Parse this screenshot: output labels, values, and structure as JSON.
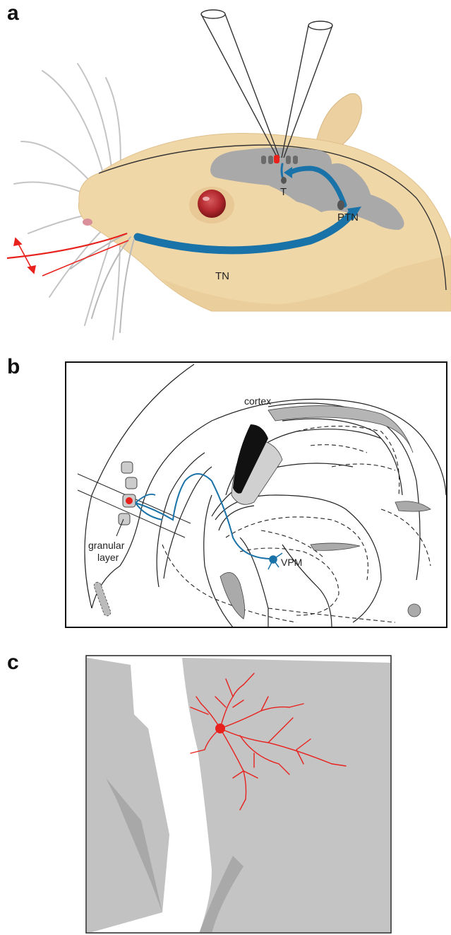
{
  "panels": {
    "a": {
      "letter": "a",
      "labels": {
        "thalamus": "T",
        "ptn": "PTN",
        "tn": "TN"
      }
    },
    "b": {
      "letter": "b",
      "labels": {
        "cortex": "cortex",
        "granular_line1": "granular",
        "granular_line2": "layer",
        "vpm": "VPM"
      }
    },
    "c": {
      "letter": "c"
    }
  },
  "colors": {
    "skin": "#f0d7a7",
    "brain": "#a9a9a9",
    "pathway": "#1a73a8",
    "neuron": "#e8211d",
    "eye": "#b3292e",
    "whisker": "#b9b9b9"
  }
}
